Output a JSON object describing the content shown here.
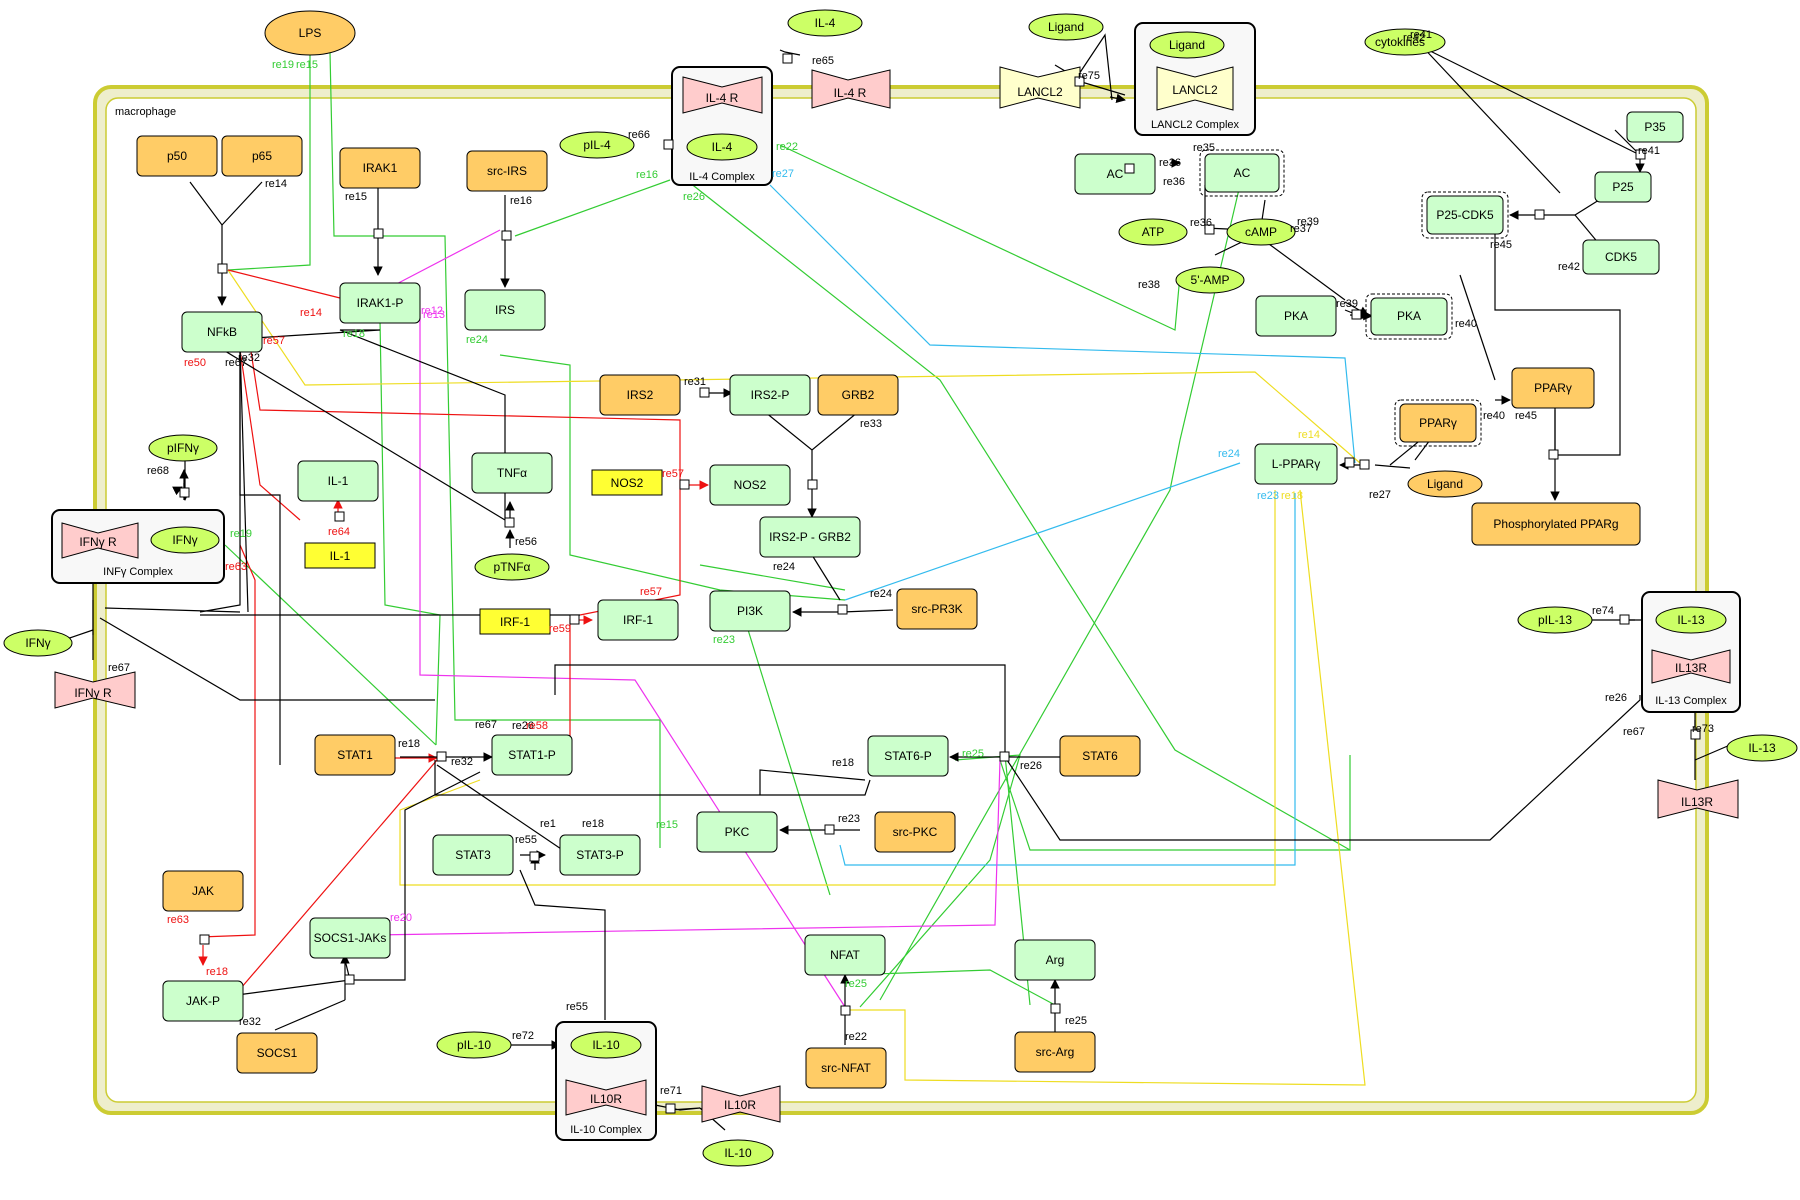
{
  "compartment_label": "macrophage",
  "nodes": {
    "lps": "LPS",
    "il4_top": "IL-4",
    "il4r_out": "IL-4 R",
    "ligand_top": "Ligand",
    "lancl2_out": "LANCL2",
    "lancl2_cplx_ligand": "Ligand",
    "lancl2_cplx_lancl2": "LANCL2",
    "lancl2_cplx_label": "LANCL2 Complex",
    "cytokines": "cytokines",
    "p50": "p50",
    "p65": "p65",
    "irak1": "IRAK1",
    "src_irs": "src-IRS",
    "pil4": "pIL-4",
    "il4r_in": "IL-4 R",
    "il4_in": "IL-4",
    "il4_cplx_label": "IL-4 Complex",
    "ac_left": "AC",
    "ac_right": "AC",
    "p35": "P35",
    "p25": "P25",
    "p25cdk5": "P25-CDK5",
    "cdk5": "CDK5",
    "atp": "ATP",
    "camp": "cAMP",
    "amp5": "5'-AMP",
    "irak1p": "IRAK1-P",
    "irs": "IRS",
    "nfkb": "NFkB",
    "pka_left": "PKA",
    "pka_right": "PKA",
    "ppar_orange": "PPARγ",
    "ppar_dash": "PPARγ",
    "irs2": "IRS2",
    "irs2p": "IRS2-P",
    "grb2": "GRB2",
    "lppar": "L-PPARγ",
    "ligand_r": "Ligand",
    "phos_ppar": "Phosphorylated PPARg",
    "pifng": "pIFNγ",
    "il1": "IL-1",
    "tnfa": "TNFα",
    "nos2_y": "NOS2",
    "nos2": "NOS2",
    "ifngr_in": "IFNγ R",
    "ifng_in": "IFNγ",
    "ifng_cplx_label": "INFγ Complex",
    "il1_y": "IL-1",
    "ptnfa": "pTNFα",
    "irs2p_grb2": "IRS2-P - GRB2",
    "pi3k": "PI3K",
    "src_pr3k": "src-PR3K",
    "irf1_y": "IRF-1",
    "irf1": "IRF-1",
    "ifng_out": "IFNγ",
    "ifngr_out": "IFNγ R",
    "pil13": "pIL-13",
    "il13_in": "IL-13",
    "il13r_in": "IL13R",
    "il13_cplx_label": "IL-13 Complex",
    "il13_out": "IL-13",
    "il13r_out": "IL13R",
    "stat1": "STAT1",
    "stat1p": "STAT1-P",
    "stat6p": "STAT6-P",
    "stat6": "STAT6",
    "stat3": "STAT3",
    "stat3p": "STAT3-P",
    "pkc": "PKC",
    "src_pkc": "src-PKC",
    "jak": "JAK",
    "socs1jaks": "SOCS1-JAKs",
    "jakp": "JAK-P",
    "socs1": "SOCS1",
    "nfat": "NFAT",
    "arg": "Arg",
    "src_nfat": "src-NFAT",
    "src_arg": "src-Arg",
    "pil10": "pIL-10",
    "il10_in": "IL-10",
    "il10r_in": "IL10R",
    "il10_cplx_label": "IL-10 Complex",
    "il10r_out": "IL10R",
    "il10_out": "IL-10"
  },
  "reaction_labels": [
    {
      "t": "re19",
      "c": "#33cc33"
    },
    {
      "t": "re15",
      "c": "#33cc33"
    },
    {
      "t": "re65",
      "c": "#000000"
    },
    {
      "t": "re75",
      "c": "#000000"
    },
    {
      "t": "re42",
      "c": "#000000"
    },
    {
      "t": "re41",
      "c": "#000000"
    },
    {
      "t": "re41",
      "c": "#000000"
    },
    {
      "t": "re14",
      "c": "#000000"
    },
    {
      "t": "re15",
      "c": "#000000"
    },
    {
      "t": "re16",
      "c": "#000000"
    },
    {
      "t": "re66",
      "c": "#000000"
    },
    {
      "t": "re16",
      "c": "#33cc33"
    },
    {
      "t": "re22",
      "c": "#33cc33"
    },
    {
      "t": "re27",
      "c": "#33bbee"
    },
    {
      "t": "re26",
      "c": "#33cc33"
    },
    {
      "t": "re35",
      "c": "#000000"
    },
    {
      "t": "re36",
      "c": "#000000"
    },
    {
      "t": "re36",
      "c": "#000000"
    },
    {
      "t": "re36",
      "c": "#000000"
    },
    {
      "t": "re39",
      "c": "#000000"
    },
    {
      "t": "re37",
      "c": "#000000"
    },
    {
      "t": "re38",
      "c": "#000000"
    },
    {
      "t": "re45",
      "c": "#000000"
    },
    {
      "t": "re42",
      "c": "#000000"
    },
    {
      "t": "re14",
      "c": "#ee1111"
    },
    {
      "t": "re18",
      "c": "#33cc33"
    },
    {
      "t": "re12",
      "c": "#ee33ee"
    },
    {
      "t": "re13",
      "c": "#ee33ee"
    },
    {
      "t": "re24",
      "c": "#33cc33"
    },
    {
      "t": "re57",
      "c": "#ee1111"
    },
    {
      "t": "re50",
      "c": "#ee1111"
    },
    {
      "t": "re67",
      "c": "#000000"
    },
    {
      "t": "re32",
      "c": "#000000"
    },
    {
      "t": "re39",
      "c": "#000000"
    },
    {
      "t": "re40",
      "c": "#000000"
    },
    {
      "t": "re31",
      "c": "#000000"
    },
    {
      "t": "re33",
      "c": "#000000"
    },
    {
      "t": "re40",
      "c": "#000000"
    },
    {
      "t": "re45",
      "c": "#000000"
    },
    {
      "t": "re14",
      "c": "#eedd22"
    },
    {
      "t": "re24",
      "c": "#33bbee"
    },
    {
      "t": "re23",
      "c": "#33bbee"
    },
    {
      "t": "re18",
      "c": "#eedd22"
    },
    {
      "t": "re27",
      "c": "#000000"
    },
    {
      "t": "re68",
      "c": "#000000"
    },
    {
      "t": "re57",
      "c": "#ee1111"
    },
    {
      "t": "re64",
      "c": "#ee1111"
    },
    {
      "t": "re56",
      "c": "#000000"
    },
    {
      "t": "re19",
      "c": "#33cc33"
    },
    {
      "t": "re63",
      "c": "#ee1111"
    },
    {
      "t": "re24",
      "c": "#000000"
    },
    {
      "t": "re24",
      "c": "#000000"
    },
    {
      "t": "re57",
      "c": "#ee1111"
    },
    {
      "t": "re59",
      "c": "#ee1111"
    },
    {
      "t": "re23",
      "c": "#33cc33"
    },
    {
      "t": "re67",
      "c": "#000000"
    },
    {
      "t": "re74",
      "c": "#000000"
    },
    {
      "t": "re26",
      "c": "#000000"
    },
    {
      "t": "re73",
      "c": "#000000"
    },
    {
      "t": "re18",
      "c": "#000000"
    },
    {
      "t": "re67",
      "c": "#000000"
    },
    {
      "t": "re26",
      "c": "#000000"
    },
    {
      "t": "re58",
      "c": "#ee1111"
    },
    {
      "t": "re32",
      "c": "#000000"
    },
    {
      "t": "re18",
      "c": "#000000"
    },
    {
      "t": "re26",
      "c": "#000000"
    },
    {
      "t": "re25",
      "c": "#33cc33"
    },
    {
      "t": "re1",
      "c": "#000000"
    },
    {
      "t": "re18",
      "c": "#000000"
    },
    {
      "t": "re55",
      "c": "#000000"
    },
    {
      "t": "re15",
      "c": "#33cc33"
    },
    {
      "t": "re23",
      "c": "#000000"
    },
    {
      "t": "re63",
      "c": "#ee1111"
    },
    {
      "t": "re18",
      "c": "#ee1111"
    },
    {
      "t": "re20",
      "c": "#ee33ee"
    },
    {
      "t": "re32",
      "c": "#000000"
    },
    {
      "t": "re25",
      "c": "#33cc33"
    },
    {
      "t": "re22",
      "c": "#000000"
    },
    {
      "t": "re25",
      "c": "#000000"
    },
    {
      "t": "re55",
      "c": "#000000"
    },
    {
      "t": "re72",
      "c": "#000000"
    },
    {
      "t": "re71",
      "c": "#000000"
    },
    {
      "t": "re67",
      "c": "#000000"
    }
  ],
  "colors": {
    "protein_green": "#ccffcc",
    "protein_orange": "#ffcc66",
    "ligand_lime": "#ccff66",
    "receptor_pink": "#ffcccc",
    "rna_yellow": "#ffff33",
    "compartment_fill": "#eeeecc",
    "compartment_border": "#cccc33",
    "edge_green": "#33cc33",
    "edge_cyan": "#33bbee",
    "edge_yellow": "#eedd22",
    "edge_magenta": "#ee33ee",
    "edge_red": "#ee1111"
  }
}
